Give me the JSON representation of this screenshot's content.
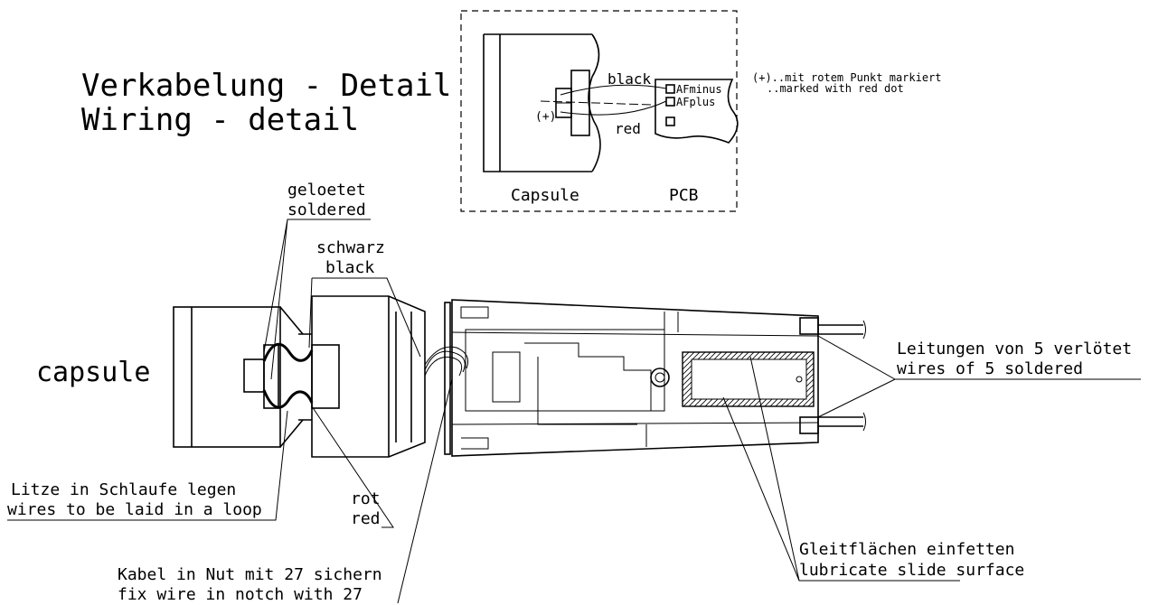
{
  "title": {
    "german": "Verkabelung - Detail",
    "english": "Wiring - detail"
  },
  "inset": {
    "label_black": "black",
    "label_red": "red",
    "label_plus": "(+)",
    "pin_af_minus": "AFminus",
    "pin_af_plus": "AFplus",
    "caption_capsule": "Capsule",
    "caption_pcb": "PCB"
  },
  "note": {
    "line1": "(+)..mit rotem Punkt markiert",
    "line2": "..marked with red dot"
  },
  "labels": {
    "capsule": "capsule",
    "soldered_de": "geloetet",
    "soldered_en": "soldered",
    "black_de": "schwarz",
    "black_en": "black",
    "red_de": "rot",
    "red_en": "red",
    "loop_de": "Litze in Schlaufe legen",
    "loop_en": "wires to be laid in a loop",
    "cable_de": "Kabel in Nut mit 27 sichern",
    "cable_en": "fix wire in notch with 27",
    "leads_de": "Leitungen von 5 verlötet",
    "leads_en": "wires of 5 soldered",
    "grease_de": "Gleitflächen einfetten",
    "grease_en": "lubricate slide surface"
  }
}
